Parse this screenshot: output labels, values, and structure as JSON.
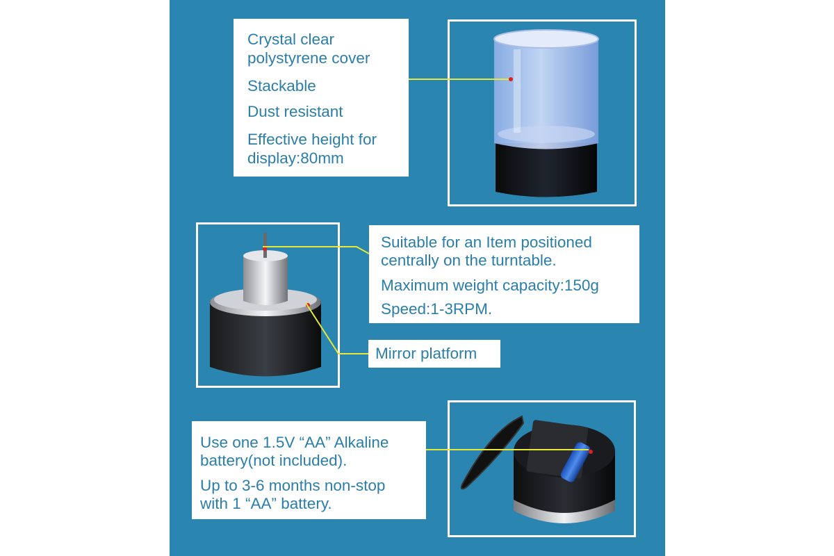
{
  "cover_section": {
    "lines": [
      "Crystal clear",
      "polystyrene cover",
      "Stackable",
      "Dust resistant",
      "Effective height for",
      "display:80mm"
    ]
  },
  "turntable_section": {
    "lines": [
      "Suitable for an Item positioned",
      "centrally on the turntable.",
      "Maximum weight capacity:150g",
      "Speed:1-3RPM."
    ],
    "mirror_label": "Mirror platform"
  },
  "battery_section": {
    "lines": [
      "Use one 1.5V “AA” Alkaline",
      "battery(not included).",
      "Up to 3-6 months non-stop",
      "with 1 “AA” battery."
    ]
  },
  "colors": {
    "panel": "#2a85b0",
    "text": "#2b7ea7",
    "leader_line": "#e8e83a",
    "marker_dot": "#e0201c"
  },
  "icons": [
    "display-dome-image",
    "turntable-mirror-image",
    "battery-compartment-image"
  ]
}
